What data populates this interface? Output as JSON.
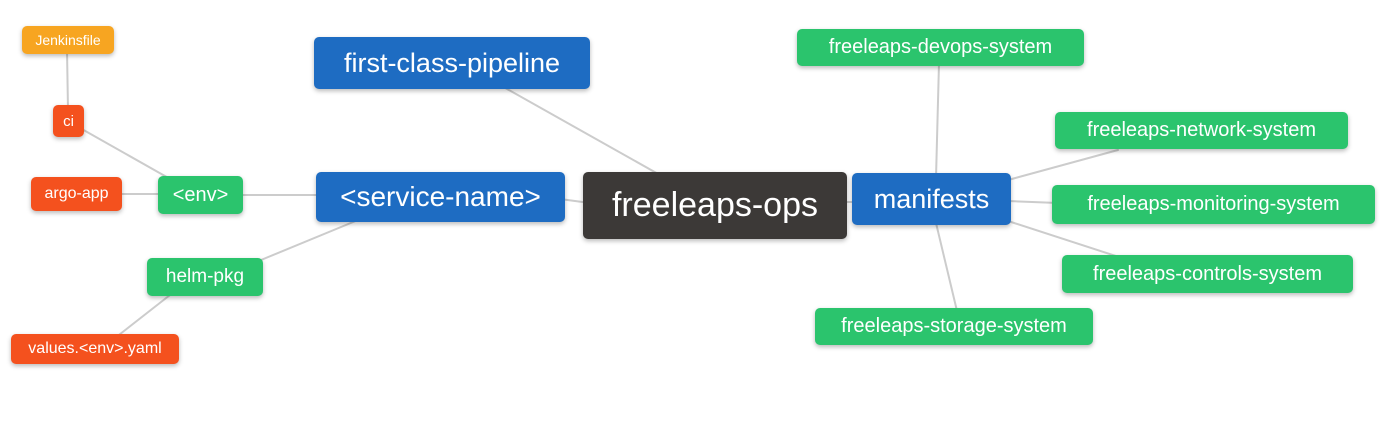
{
  "diagram": {
    "type": "mindmap",
    "background_color": "#ffffff",
    "edge_color": "#cccccc",
    "text_color": "#ffffff",
    "palette": {
      "blue": "#1e6cc2",
      "green": "#2bc46d",
      "amber": "#f7a521",
      "red": "#f4511e",
      "dark": "#3c3937"
    },
    "nodes": {
      "root": {
        "label": "freeleaps-ops",
        "color": "dark"
      },
      "fcp": {
        "label": "first-class-pipeline",
        "color": "blue"
      },
      "service": {
        "label": "<service-name>",
        "color": "blue"
      },
      "manifests": {
        "label": "manifests",
        "color": "blue"
      },
      "env": {
        "label": "<env>",
        "color": "green"
      },
      "helm_pkg": {
        "label": "helm-pkg",
        "color": "green"
      },
      "ci": {
        "label": "ci",
        "color": "red"
      },
      "argo_app": {
        "label": "argo-app",
        "color": "red"
      },
      "values": {
        "label": "values.<env>.yaml",
        "color": "red"
      },
      "jenkinsfile": {
        "label": "Jenkinsfile",
        "color": "amber"
      },
      "devops": {
        "label": "freeleaps-devops-system",
        "color": "green"
      },
      "network": {
        "label": "freeleaps-network-system",
        "color": "green"
      },
      "monitoring": {
        "label": "freeleaps-monitoring-system",
        "color": "green"
      },
      "controls": {
        "label": "freeleaps-controls-system",
        "color": "green"
      },
      "storage": {
        "label": "freeleaps-storage-system",
        "color": "green"
      }
    },
    "edges": [
      {
        "from": "jenkinsfile",
        "to": "ci"
      },
      {
        "from": "ci",
        "to": "env"
      },
      {
        "from": "argo_app",
        "to": "env"
      },
      {
        "from": "env",
        "to": "service"
      },
      {
        "from": "helm_pkg",
        "to": "service"
      },
      {
        "from": "values",
        "to": "helm_pkg"
      },
      {
        "from": "fcp",
        "to": "root"
      },
      {
        "from": "service",
        "to": "root"
      },
      {
        "from": "root",
        "to": "manifests"
      },
      {
        "from": "manifests",
        "to": "devops"
      },
      {
        "from": "manifests",
        "to": "network"
      },
      {
        "from": "manifests",
        "to": "monitoring"
      },
      {
        "from": "manifests",
        "to": "controls"
      },
      {
        "from": "manifests",
        "to": "storage"
      }
    ]
  }
}
